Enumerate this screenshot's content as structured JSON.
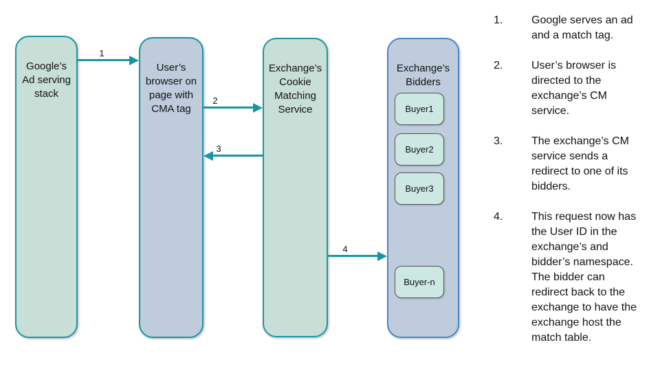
{
  "colors": {
    "accent_teal": "#1a94a4",
    "node_green_fill": "#c7dfd6",
    "node_blue_fill": "#beccdb",
    "bidders_border_blue": "#4a86c8",
    "bidder_fill": "#cde8e3",
    "bidder_border": "#545454"
  },
  "diagram": {
    "nodes": [
      {
        "title": "Google’s\nAd serving\nstack",
        "fill": "#c7dfd6",
        "border": "#1a94a4"
      },
      {
        "title": "User’s\nbrowser on\npage with\nCMA tag",
        "fill": "#beccdb",
        "border": "#1a94a4"
      },
      {
        "title": "Exchange’s\nCookie\nMatching\nService",
        "fill": "#c7dfd6",
        "border": "#1a94a4"
      },
      {
        "title": "Exchange’s\nBidders",
        "fill": "#beccdb",
        "border": "#4a86c8"
      }
    ],
    "bidders": [
      "Buyer1",
      "Buyer2",
      "Buyer3",
      "Buyer-n"
    ],
    "arrows": [
      {
        "label": "1"
      },
      {
        "label": "2"
      },
      {
        "label": "3"
      },
      {
        "label": "4"
      }
    ]
  },
  "steps": {
    "items": [
      {
        "num": "1.",
        "text": "Google serves an ad\nand a match tag."
      },
      {
        "num": "2.",
        "text": "User’s browser is\ndirected to the\nexchange’s CM\nservice."
      },
      {
        "num": "3.",
        "text": "The exchange’s CM\nservice sends a\nredirect to one of its\nbidders."
      },
      {
        "num": "4.",
        "text": "This request now has\nthe User ID in the\nexchange’s and\nbidder’s namespace.\nThe bidder can\nredirect back to the\nexchange to have the\nexchange host the\nmatch table."
      }
    ]
  }
}
